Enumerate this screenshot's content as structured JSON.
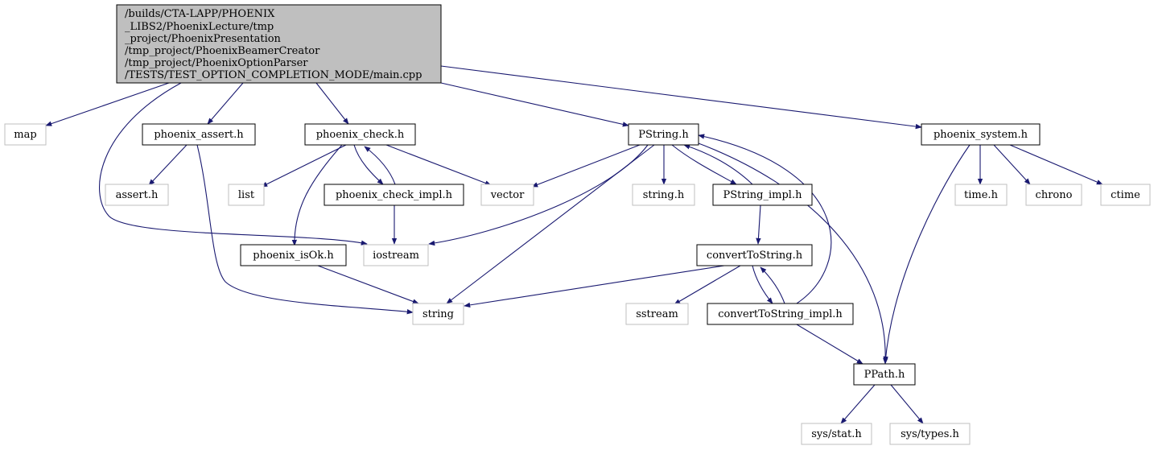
{
  "colors": {
    "edge": "#191970",
    "root_fill": "#bfbfbf",
    "internal_border": "#000000",
    "external_border": "#bfbfbf"
  },
  "nodes": {
    "main": {
      "lines": [
        "/builds/CTA-LAPP/PHOENIX",
        "_LIBS2/PhoenixLecture/tmp",
        "_project/PhoenixPresentation",
        "/tmp_project/PhoenixBeamerCreator",
        "/tmp_project/PhoenixOptionParser",
        "/TESTS/TEST_OPTION_COMPLETION_MODE/main.cpp"
      ]
    },
    "map": "map",
    "phoenix_assert": "phoenix_assert.h",
    "phoenix_check": "phoenix_check.h",
    "pstring": "PString.h",
    "phoenix_system": "phoenix_system.h",
    "assert_h": "assert.h",
    "list": "list",
    "phoenix_check_impl": "phoenix_check_impl.h",
    "vector": "vector",
    "string_h": "string.h",
    "pstring_impl": "PString_impl.h",
    "time_h": "time.h",
    "chrono": "chrono",
    "ctime": "ctime",
    "phoenix_isok": "phoenix_isOk.h",
    "iostream": "iostream",
    "converttostring": "convertToString.h",
    "string": "string",
    "sstream": "sstream",
    "converttostring_impl": "convertToString_impl.h",
    "ppath": "PPath.h",
    "sys_stat": "sys/stat.h",
    "sys_types": "sys/types.h"
  }
}
